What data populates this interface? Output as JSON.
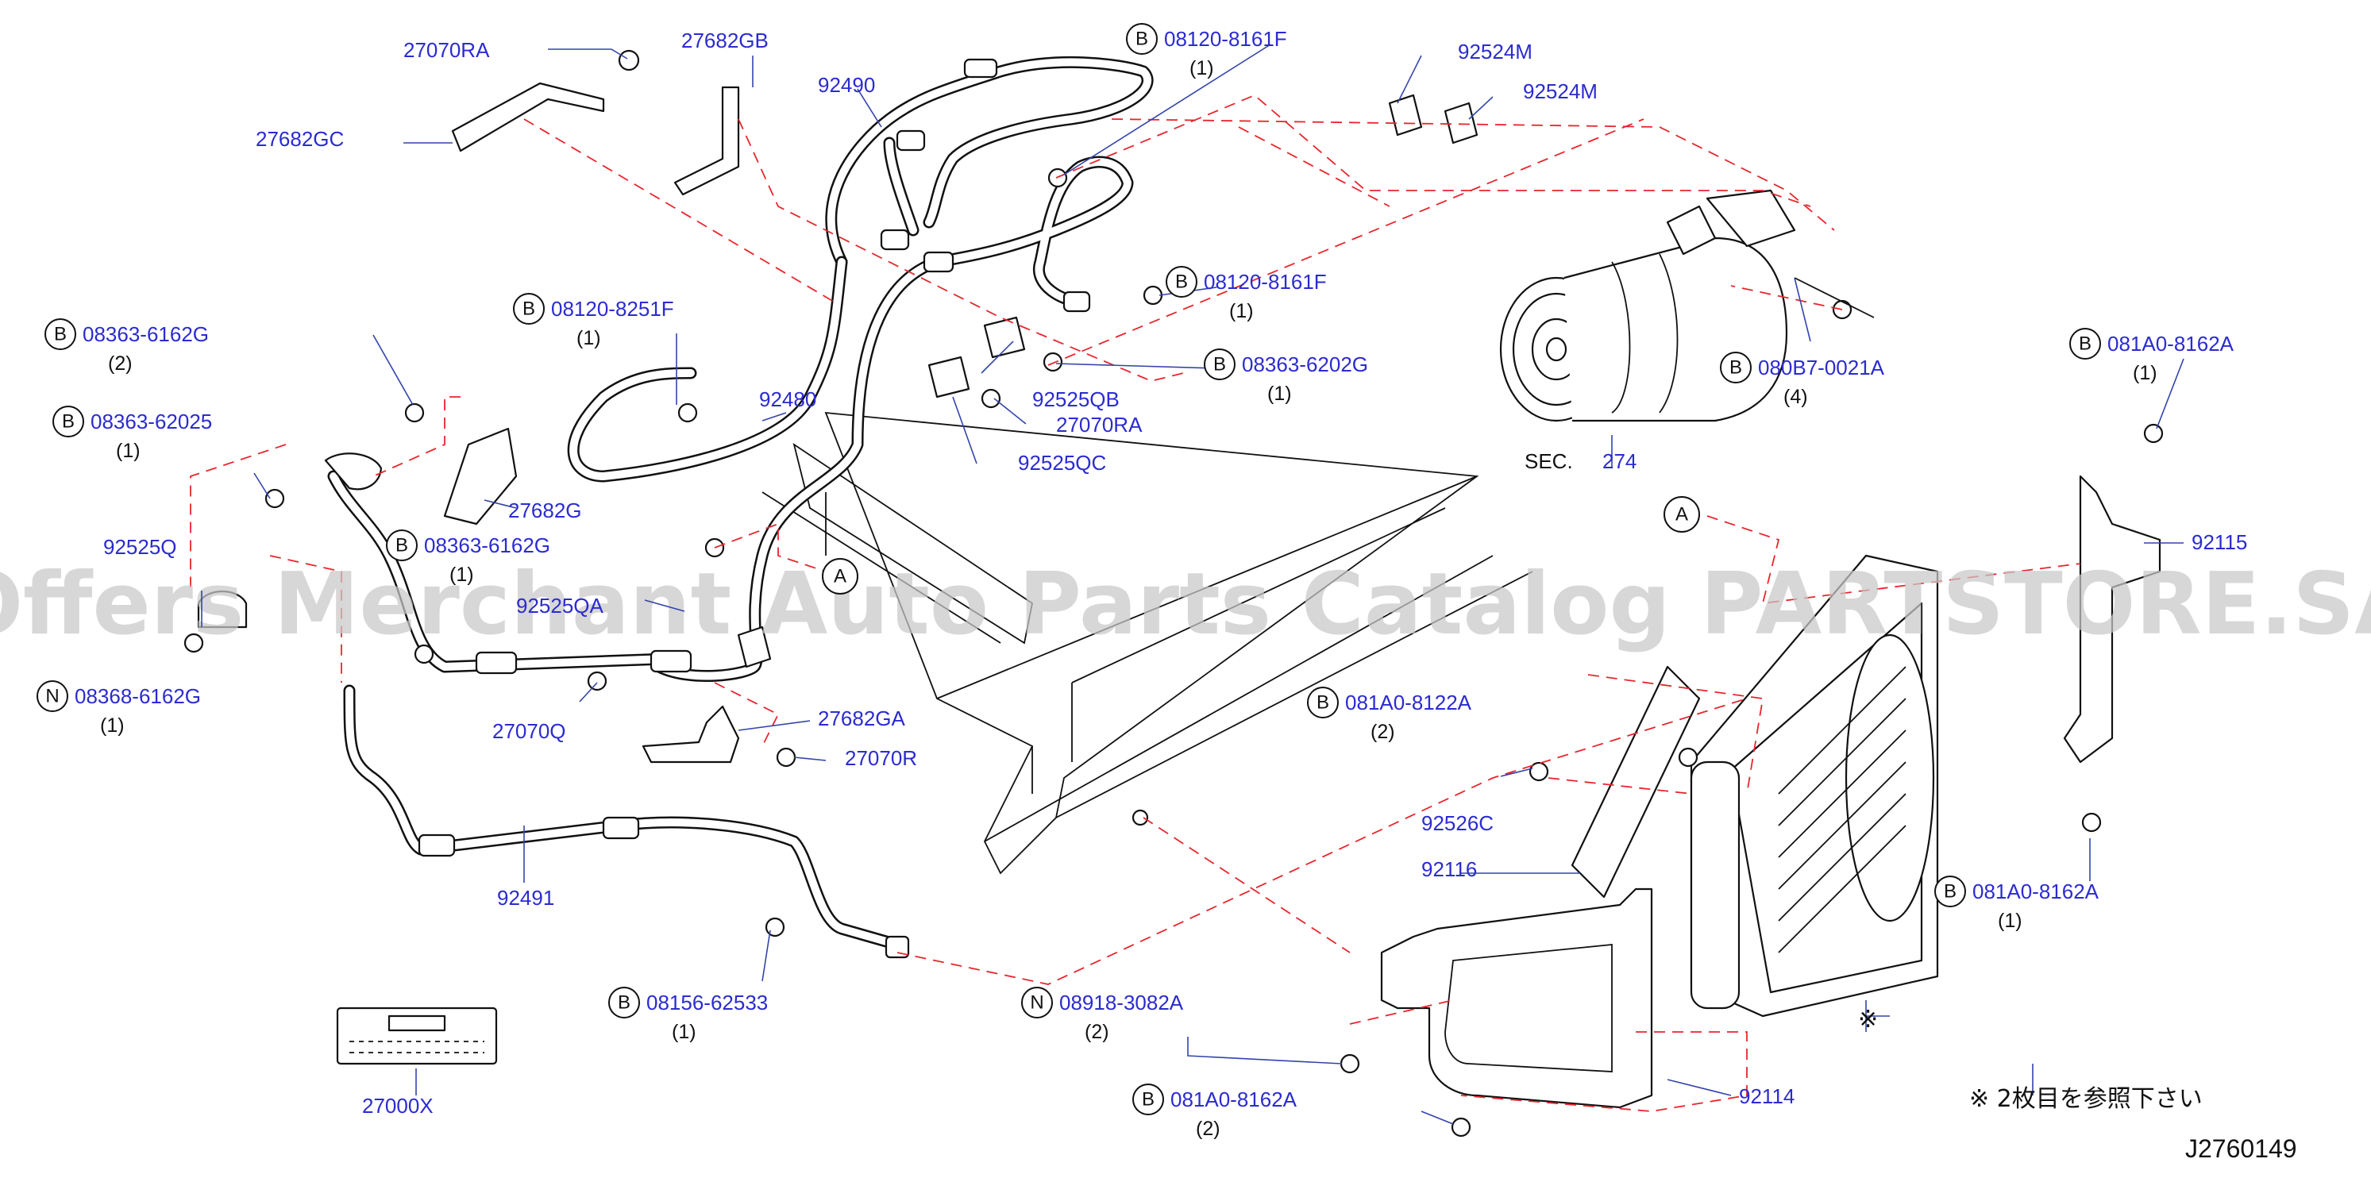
{
  "diagram": {
    "id": "J2760149",
    "note": "※  2枚目を参照下さい",
    "reference_mark": "※",
    "section_ref": {
      "prefix": "SEC.",
      "number": "274"
    },
    "watermark": "Offers Merchant Auto Parts Catalog PARTSTORE.SA",
    "colors": {
      "part_number": "#2b2bd1",
      "dashed_leader": "#e8262e",
      "line_art": "#111111"
    }
  },
  "parts": [
    {
      "id": "p1",
      "number": "27070RA"
    },
    {
      "id": "p2",
      "number": "27682GB"
    },
    {
      "id": "p3",
      "number": "27682GC"
    },
    {
      "id": "p4",
      "number": "92490"
    },
    {
      "id": "p5",
      "number": "08120-8161F",
      "circle": "B",
      "qty": "(1)"
    },
    {
      "id": "p6",
      "number": "92524M"
    },
    {
      "id": "p7",
      "number": "92524M"
    },
    {
      "id": "p8",
      "number": "08120-8161F",
      "circle": "B",
      "qty": "(1)"
    },
    {
      "id": "p9",
      "number": "08120-8251F",
      "circle": "B",
      "qty": "(1)"
    },
    {
      "id": "p10",
      "number": "08363-6162G",
      "circle": "B",
      "qty": "(2)"
    },
    {
      "id": "p11",
      "number": "08363-6202G",
      "circle": "B",
      "qty": "(1)"
    },
    {
      "id": "p12",
      "number": "92525QB"
    },
    {
      "id": "p13",
      "number": "27070RA"
    },
    {
      "id": "p14",
      "number": "92480"
    },
    {
      "id": "p15",
      "number": "92525QC"
    },
    {
      "id": "p16",
      "number": "080B7-0021A",
      "circle": "B",
      "qty": "(4)"
    },
    {
      "id": "p17",
      "number": "081A0-8162A",
      "circle": "B",
      "qty": "(1)"
    },
    {
      "id": "p18",
      "number": "08363-62025",
      "circle": "B",
      "qty": "(1)"
    },
    {
      "id": "p19",
      "number": "27682G"
    },
    {
      "id": "p20",
      "number": "08363-6162G",
      "circle": "B",
      "qty": "(1)"
    },
    {
      "id": "p21",
      "number": "92525Q"
    },
    {
      "id": "p22",
      "number": "92525QA"
    },
    {
      "id": "p23",
      "number": "92115"
    },
    {
      "id": "p24",
      "number": "08368-6162G",
      "circle": "N",
      "qty": "(1)"
    },
    {
      "id": "p25",
      "number": "27070Q"
    },
    {
      "id": "p26",
      "number": "27682GA"
    },
    {
      "id": "p27",
      "number": "27070R"
    },
    {
      "id": "p28",
      "number": "081A0-8122A",
      "circle": "B",
      "qty": "(2)"
    },
    {
      "id": "p29",
      "number": "92526C"
    },
    {
      "id": "p30",
      "number": "92116"
    },
    {
      "id": "p31",
      "number": "081A0-8162A",
      "circle": "B",
      "qty": "(1)"
    },
    {
      "id": "p32",
      "number": "92491"
    },
    {
      "id": "p33",
      "number": "08156-62533",
      "circle": "B",
      "qty": "(1)"
    },
    {
      "id": "p34",
      "number": "08918-3082A",
      "circle": "N",
      "qty": "(2)"
    },
    {
      "id": "p35",
      "number": "27000X"
    },
    {
      "id": "p36",
      "number": "081A0-8162A",
      "circle": "B",
      "qty": "(2)"
    },
    {
      "id": "p37",
      "number": "92114"
    }
  ],
  "connection_markers": [
    {
      "id": "m1",
      "letter": "A"
    },
    {
      "id": "m2",
      "letter": "A"
    }
  ]
}
